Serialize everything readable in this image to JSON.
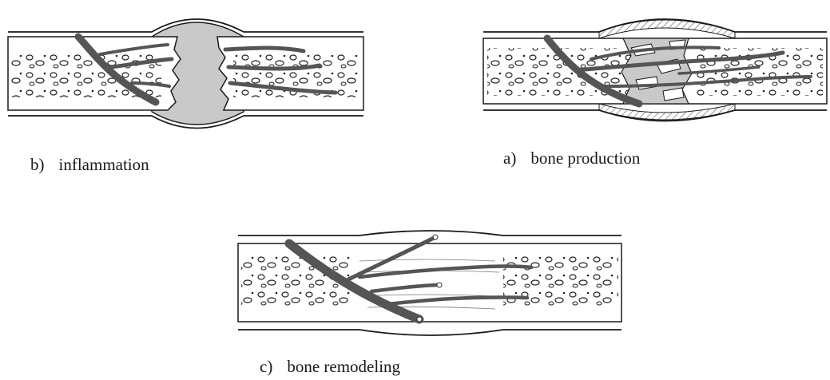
{
  "figure": {
    "panels": [
      {
        "id": "b",
        "marker": "b)",
        "label": "inflammation",
        "stage": "hematoma / blood clot between bone fragments"
      },
      {
        "id": "a",
        "marker": "a)",
        "label": "bone production",
        "stage": "callus formation with new bone spicules"
      },
      {
        "id": "c",
        "marker": "c)",
        "label": "bone remodeling",
        "stage": "continuous remodeled bone with vessels"
      }
    ]
  },
  "colors": {
    "outline": "#1a1a1a",
    "hematoma": "#c9c9c9",
    "vessel": "#555555",
    "bone": "#ffffff",
    "callus_hatch": "#555555"
  }
}
